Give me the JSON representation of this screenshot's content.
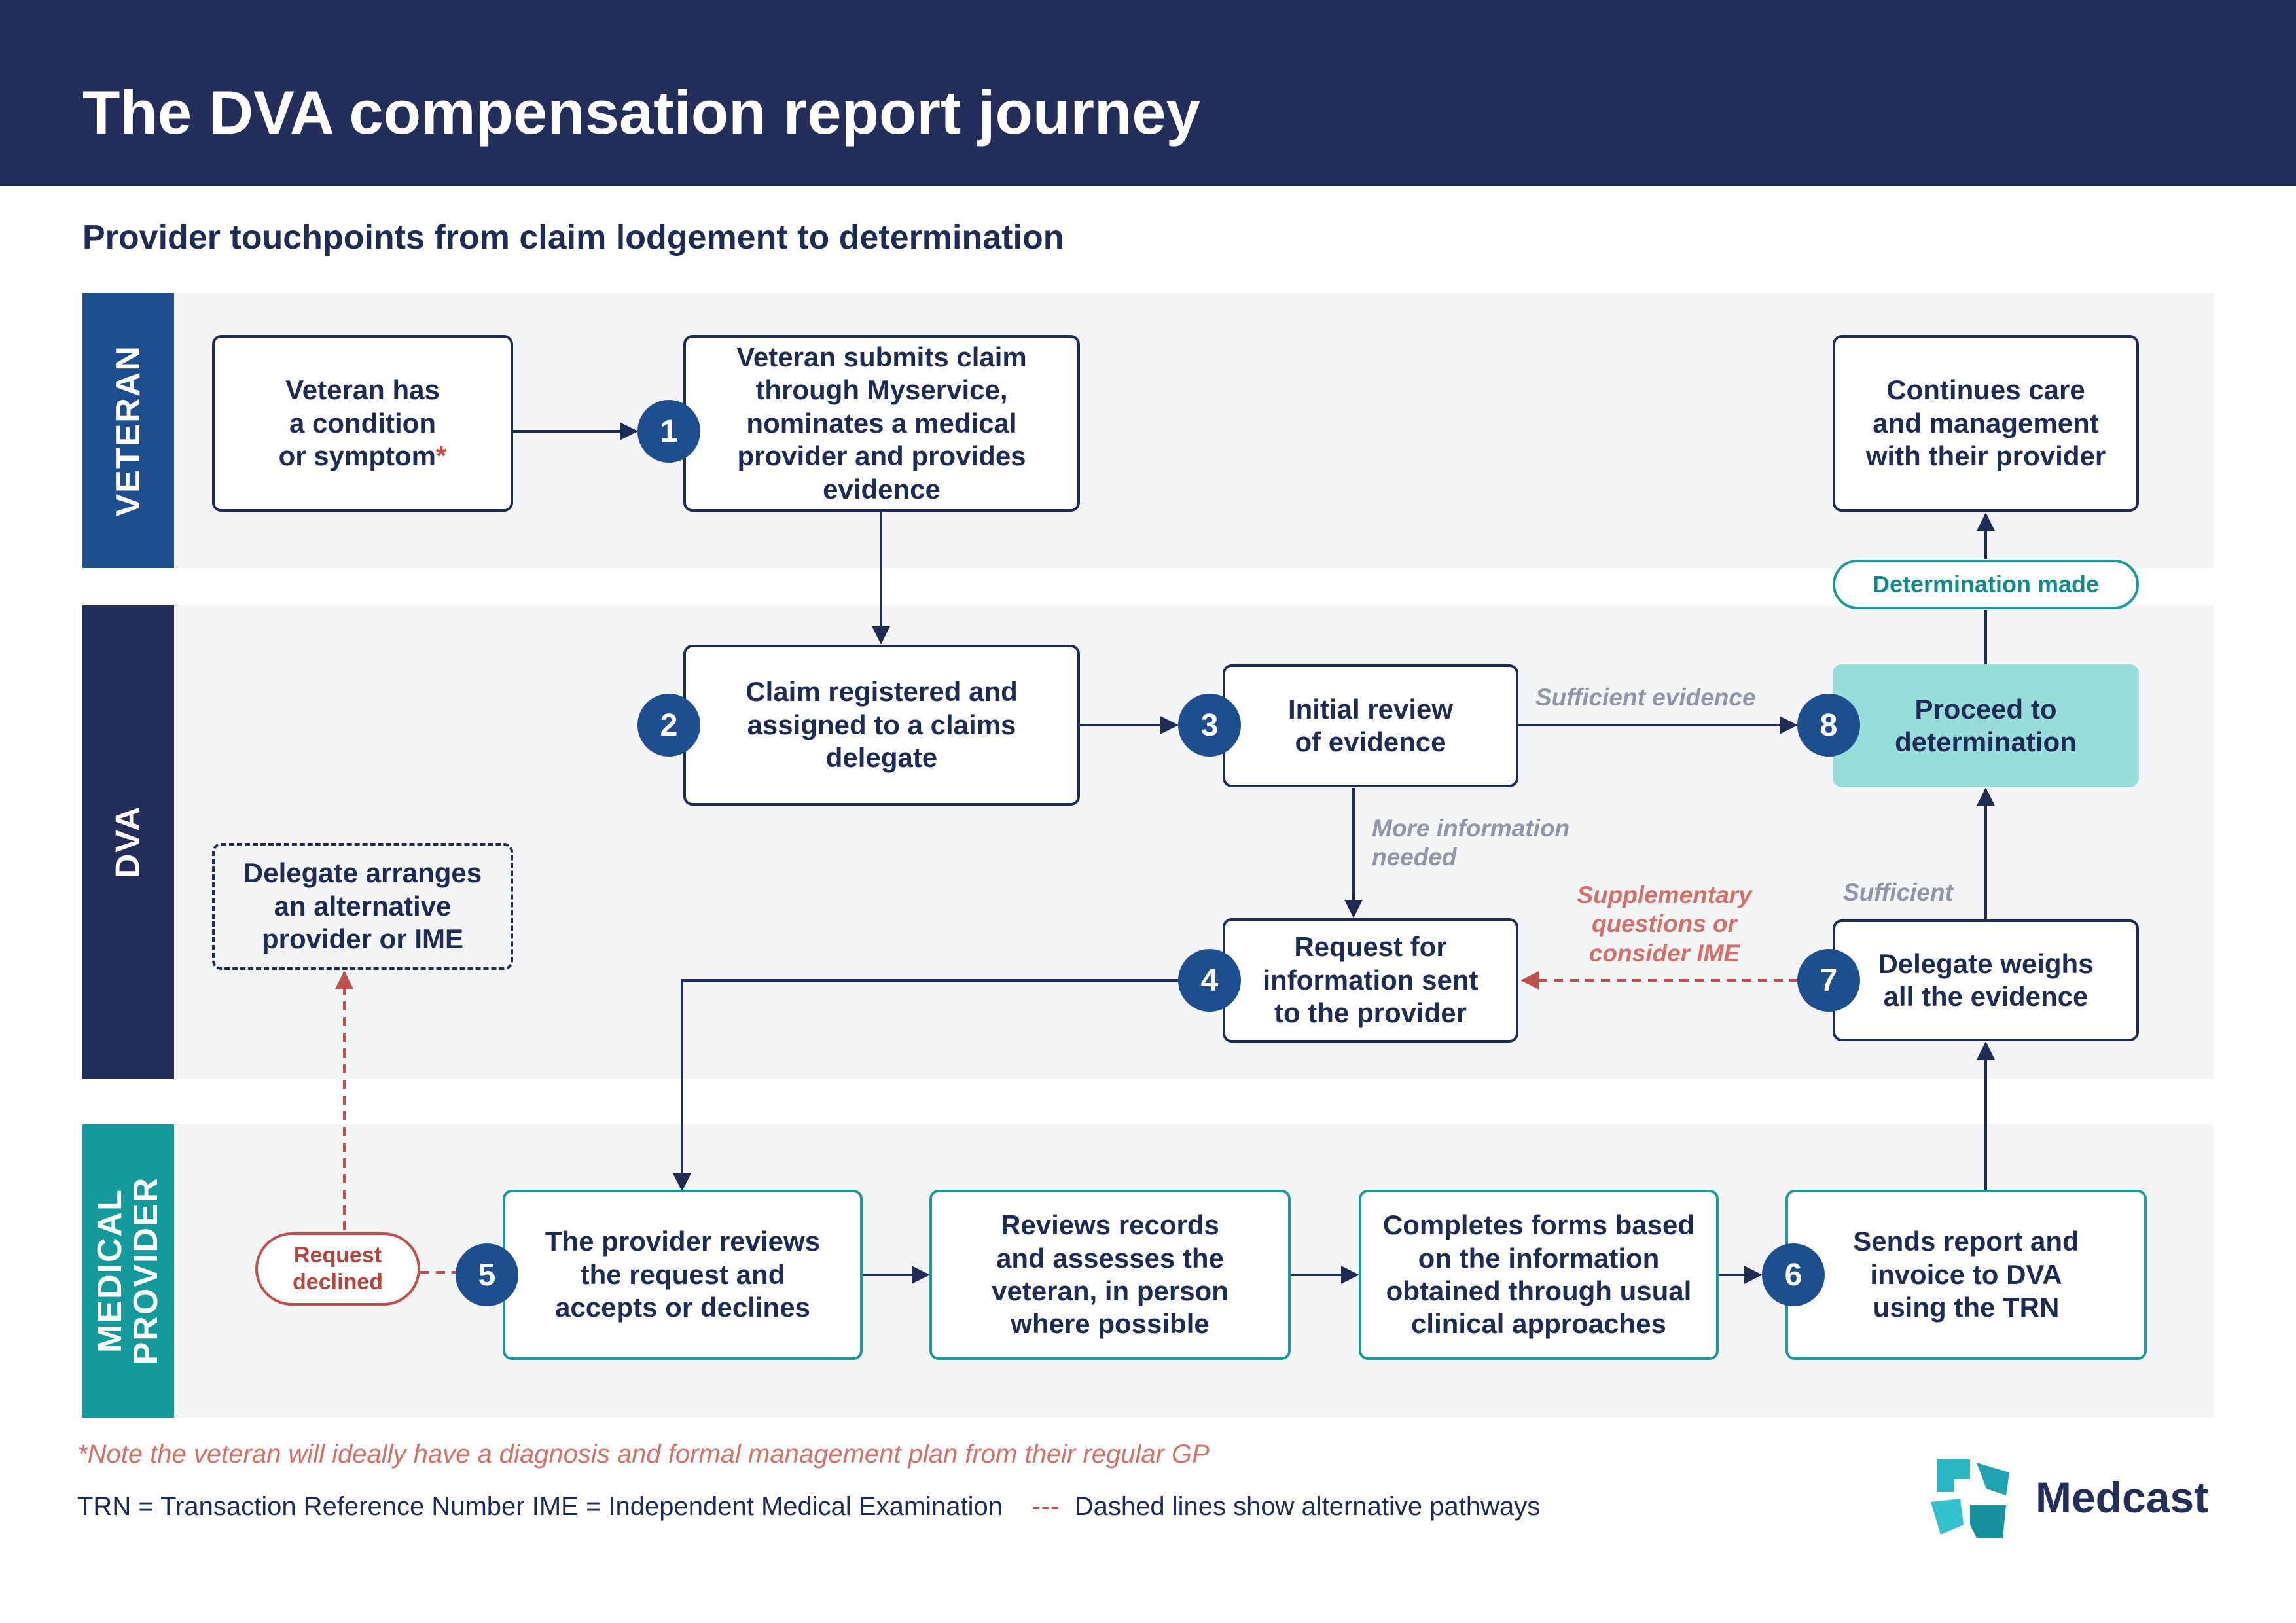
{
  "header": {
    "title": "The DVA compensation report journey"
  },
  "subtitle": "Provider touchpoints from claim lodgement to determination",
  "lanes": {
    "veteran": "VETERAN",
    "dva": "DVA",
    "medical": "MEDICAL\nPROVIDER"
  },
  "nodes": {
    "condition": "Veteran has\na condition\nor symptom",
    "condition_mark": "*",
    "submit": "Veteran submits claim\nthrough Myservice,\nnominates a medical\nprovider and provides\nevidence",
    "continues": "Continues care\nand management\nwith their provider",
    "registered": "Claim registered and\nassigned to a claims\ndelegate",
    "initial_review": "Initial review\nof evidence",
    "proceed": "Proceed to\ndetermination",
    "delegate_arranges": "Delegate arranges\nan alternative\nprovider or IME",
    "request_info": "Request for\ninformation sent\nto the provider",
    "weighs": "Delegate weighs\nall the evidence",
    "provider_reviews": "The provider reviews\nthe request and\naccepts or declines",
    "reviews_records": "Reviews records\nand assesses the\nveteran, in person\nwhere possible",
    "completes_forms": "Completes forms based\non the information\nobtained through usual\nclinical approaches",
    "sends_report": "Sends report and\ninvoice to DVA\nusing the TRN"
  },
  "pills": {
    "determination": "Determination made",
    "declined": "Request\ndeclined"
  },
  "steps": [
    "1",
    "2",
    "3",
    "4",
    "5",
    "6",
    "7",
    "8"
  ],
  "edge_labels": {
    "sufficient_evidence": "Sufficient evidence",
    "more_info": "More information\nneeded",
    "supplementary": "Supplementary\nquestions or\nconsider IME",
    "sufficient": "Sufficient"
  },
  "footer": {
    "note": "*Note the veteran will ideally  have a diagnosis and formal management plan from their regular GP",
    "legend_defs": "TRN = Transaction Reference Number  IME = Independent Medical Examination",
    "legend_dash": "---",
    "legend_dash_text": "Dashed lines show alternative pathways"
  },
  "brand": {
    "name": "Medcast"
  },
  "colors": {
    "navy": "#232f5a",
    "veteran_lane": "#1f4e8f",
    "dva_lane": "#232f5a",
    "medical_lane": "#139b9b",
    "step_circle": "#1f4e8f",
    "teal": "#1b9a9a",
    "proceed_fill": "#98dcdc",
    "alt_red": "#c0504d"
  }
}
